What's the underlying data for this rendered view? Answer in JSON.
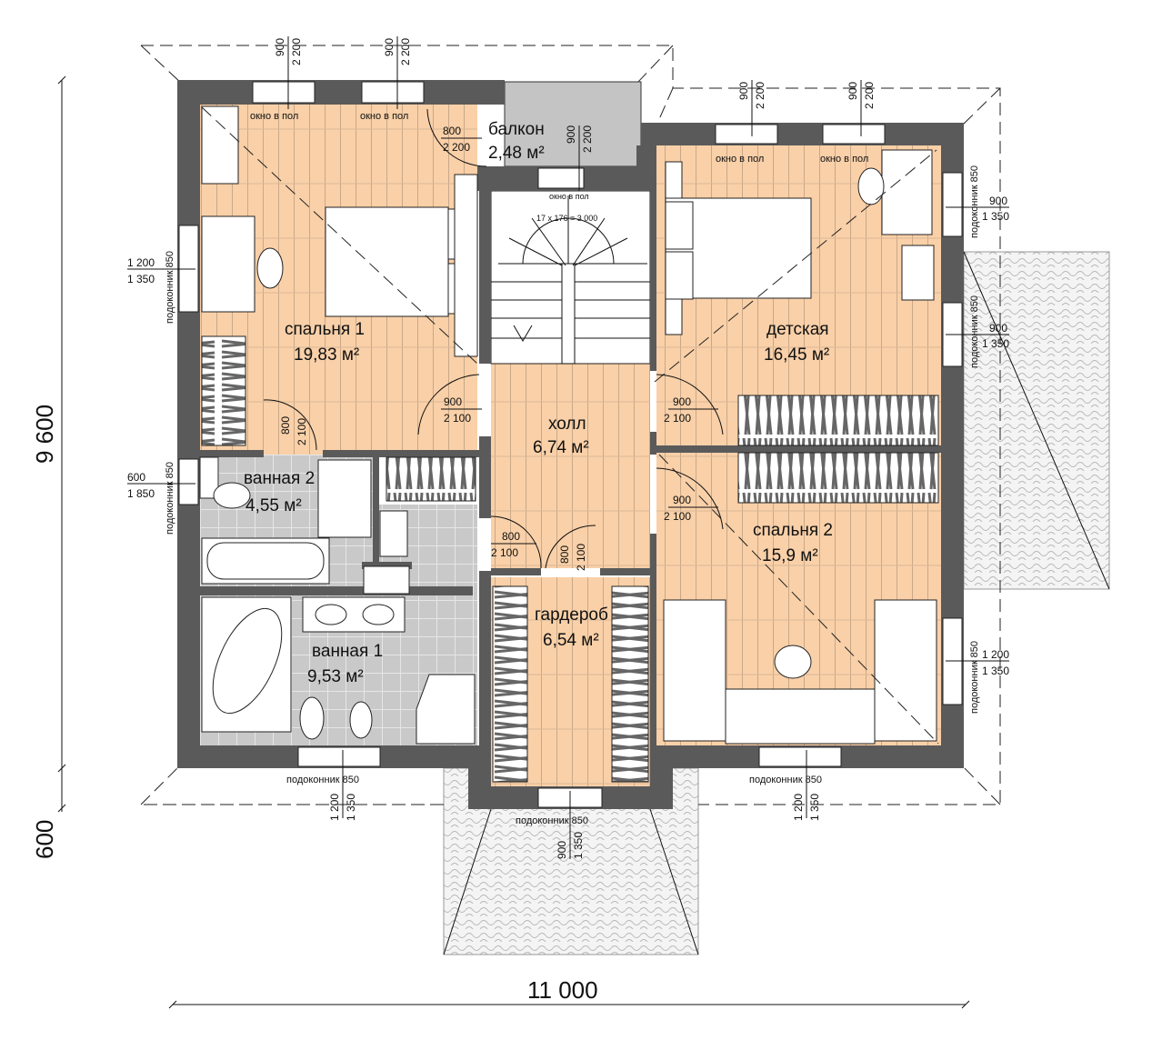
{
  "plan": {
    "rooms": {
      "bedroom1": {
        "name": "спальня 1",
        "area": "19,83 м²"
      },
      "nursery": {
        "name": "детская",
        "area": "16,45 м²"
      },
      "hall": {
        "name": "холл",
        "area": "6,74 м²"
      },
      "bath2": {
        "name": "ванная 2",
        "area": "4,55 м²"
      },
      "bath1": {
        "name": "ванная 1",
        "area": "9,53 м²"
      },
      "wardrobe": {
        "name": "гардероб",
        "area": "6,54 м²"
      },
      "bedroom2": {
        "name": "спальня 2",
        "area": "15,9 м²"
      },
      "balcony": {
        "name": "балкон",
        "area": "2,48 м²"
      }
    },
    "window_floor_label": "окно в пол",
    "sill_label": "подоконник  850",
    "stair_label": "17 x 176 = 3 000",
    "dims": {
      "w900": "900",
      "h2200": "2 200",
      "w800": "800",
      "h2100": "2 100",
      "w1200": "1 200",
      "h1350": "1 350",
      "w600": "600",
      "h1850": "1 850",
      "total_height": "9 600",
      "porch_depth": "600",
      "total_width": "11 000"
    },
    "colors": {
      "wall": "#5a5a5a",
      "wood": "#f9d0a8",
      "tile": "#c9c9c9",
      "balcony": "#c4c4c4"
    }
  }
}
